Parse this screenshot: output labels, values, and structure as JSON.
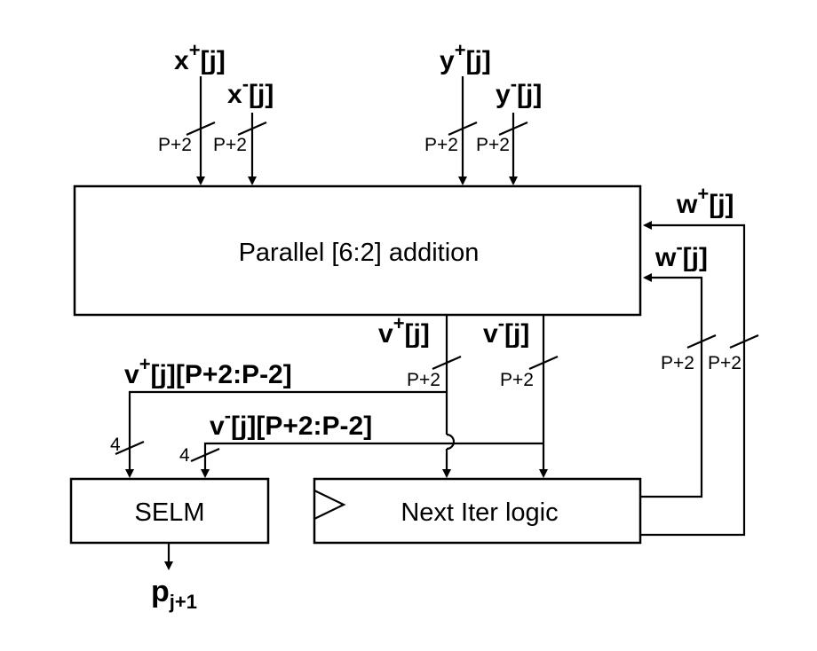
{
  "blocks": {
    "parallel_adder": "Parallel [6:2] addition",
    "selm": "SELM",
    "next_iter": "Next Iter logic"
  },
  "signals": {
    "x_plus": {
      "base": "x",
      "sup": "+",
      "idx": "[j]"
    },
    "x_minus": {
      "base": "x",
      "sup": "-",
      "idx": "[j]"
    },
    "y_plus": {
      "base": "y",
      "sup": "+",
      "idx": "[j]"
    },
    "y_minus": {
      "base": "y",
      "sup": "-",
      "idx": "[j]"
    },
    "w_plus": {
      "base": "w",
      "sup": "+",
      "idx": "[j]"
    },
    "w_minus": {
      "base": "w",
      "sup": "-",
      "idx": "[j]"
    },
    "v_plus": {
      "base": "v",
      "sup": "+",
      "idx": "[j]"
    },
    "v_minus": {
      "base": "v",
      "sup": "-",
      "idx": "[j]"
    },
    "v_plus_slice": {
      "base": "v",
      "sup": "+",
      "idx": "[j][P+2:P-2]"
    },
    "v_minus_slice": {
      "base": "v",
      "sup": "-",
      "idx": "[j][P+2:P-2]"
    },
    "p_out": {
      "base": "p",
      "sub": "j+1"
    }
  },
  "bus_widths": {
    "x_plus": "P+2",
    "x_minus": "P+2",
    "y_plus": "P+2",
    "y_minus": "P+2",
    "v_plus": "P+2",
    "v_minus": "P+2",
    "w_minus_feedback": "P+2",
    "w_plus_feedback": "P+2",
    "selm_in_plus": "4",
    "selm_in_minus": "4"
  }
}
